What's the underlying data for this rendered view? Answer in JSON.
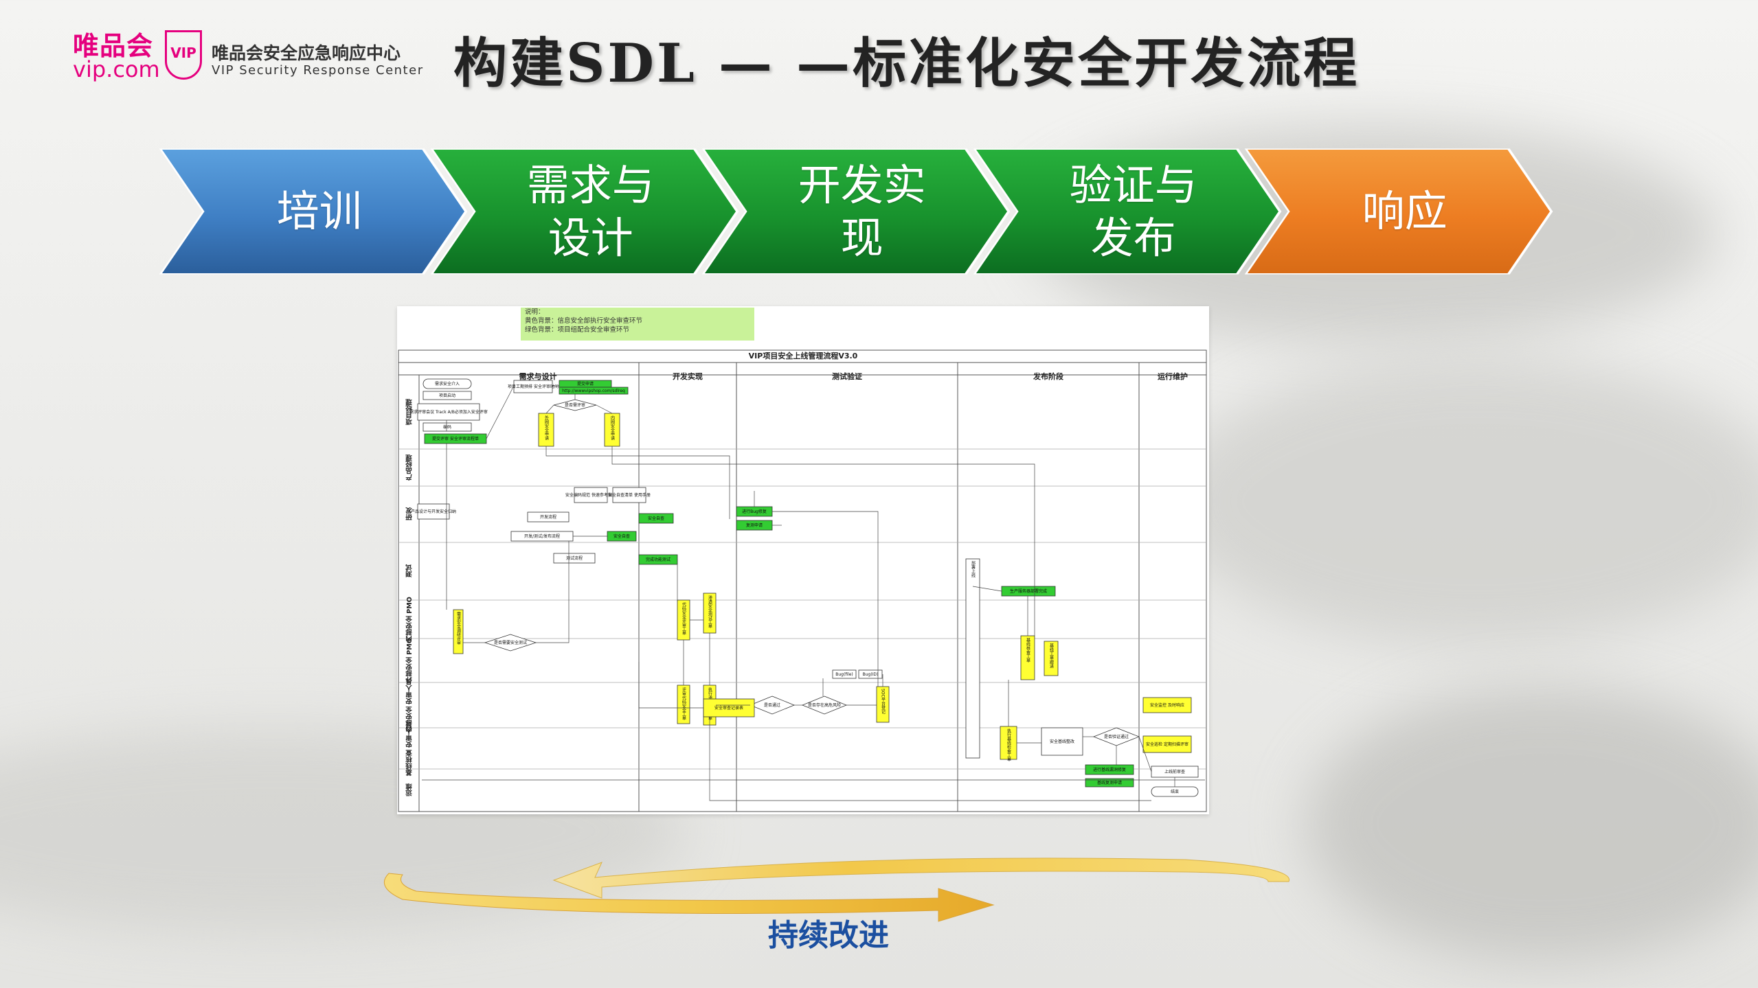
{
  "header": {
    "logo_main": "唯品会",
    "logo_sub": "vip.com",
    "logo_badge": "VIP",
    "logo_cn": "唯品会安全应急响应中心",
    "logo_en": "VIP Security Response Center",
    "title": "构建SDL — —标准化安全开发流程"
  },
  "stages": [
    {
      "label": "培训",
      "color": "#4a8fd4"
    },
    {
      "label": "需求与 设计",
      "color": "#1a9a30"
    },
    {
      "label": "开发实 现",
      "color": "#1a9a30"
    },
    {
      "label": "验证与 发布",
      "color": "#1a9a30"
    },
    {
      "label": "响应",
      "color": "#ed7d22"
    }
  ],
  "flowchart": {
    "note_lines": [
      "说明：",
      "黄色背景：信息安全部执行安全审查环节",
      "绿色背景：项目组配合安全审查环节"
    ],
    "title": "VIP项目安全上线管理流程V3.0",
    "phases": [
      "需求与设计",
      "开发实现",
      "测试验证",
      "发布阶段",
      "运行维护"
    ],
    "lanes": [
      "项目经理",
      "产品经理",
      "研发",
      "测试",
      "内部安全 PMO",
      "外部安全 PMO",
      "内部安全 安审人员",
      "基线核查 安审人员",
      "运维"
    ],
    "nodes": {
      "n1": "需求安全介入",
      "n2": "项目启动",
      "n3": "需求评审会议 Track A/B必须加入安全评审",
      "n4": "编码",
      "n5": "提交评审 安全评审流程单",
      "n6": "项目工期预排 安全评审时间",
      "n7": "提交申请",
      "n8": "http://wwwvipshop.com/sdlreq",
      "n9": "是否需评审",
      "n10": "外网安全申请",
      "n11": "内网安全申请",
      "n12": "产品设计与开发安全归纳",
      "n13": "安全编码规范 快速参考指南",
      "n14": "安全自查清单 使用手册",
      "n15": "开发流程",
      "n16": "安全自查",
      "n17": "开发/测试/发布流程",
      "n18": "安全自查",
      "n19": "测试流程",
      "n20": "完成功能测试",
      "n21": "进行Bug修复",
      "n22": "复测申请",
      "n23": "需求安全调研评审",
      "n24": "是否需要安全测试",
      "n25": "代码安全评审工单",
      "n26": "渗透安全测试工单",
      "n27": "评审代码安全工单",
      "n28": "执行渗透测试工单",
      "n29": "是否通过",
      "n30": "是否存在高危风险",
      "n31": "Bug(file)",
      "n32": "Bug(ID)",
      "n33": "SOC平台登记",
      "n34": "安全审查记录表",
      "n35": "部署上线",
      "n36": "生产服务器部署完成",
      "n37": "基线核查工单",
      "n38": "基线工单跟进",
      "n39": "执行基线检查工单",
      "n40": "安全基线整改",
      "n41": "是否验证通过",
      "n42": "进行基线漏洞修复",
      "n43": "基线复测申请",
      "n44": "上线前审查",
      "n45": "结束",
      "n46": "安全监控 及时响应",
      "n47": "安全巡检 定期扫描评审"
    }
  },
  "footer": {
    "loop_label": "持续改进"
  },
  "colors": {
    "blue": "#4a8fd4",
    "green": "#1a9a30",
    "orange": "#ed7d22",
    "yellow_node": "#ffff33",
    "green_node": "#33cc33",
    "note_bg": "#c9f299",
    "loop_gold": "#f2c84a",
    "loop_label": "#1b4fa0"
  }
}
